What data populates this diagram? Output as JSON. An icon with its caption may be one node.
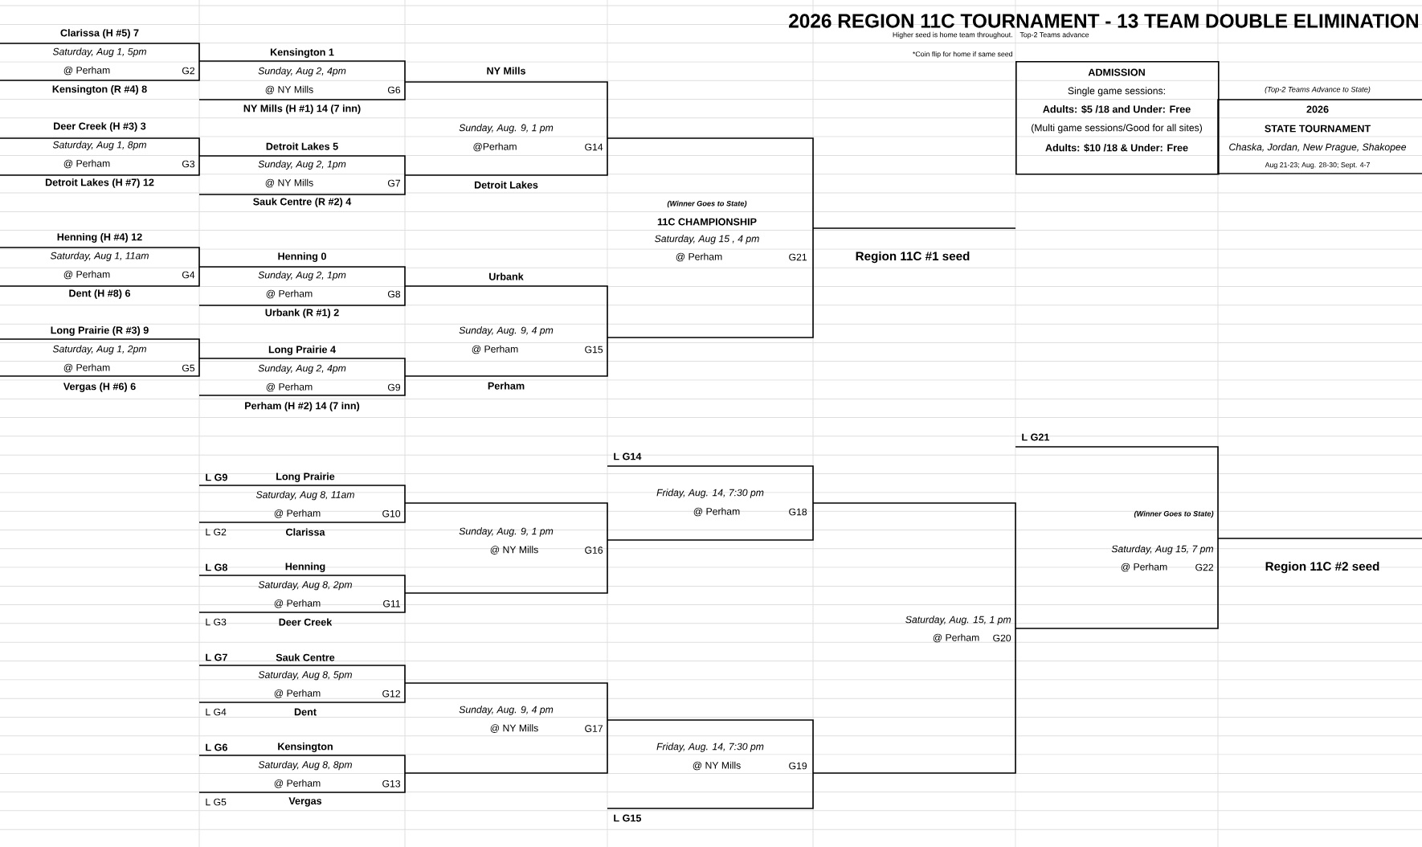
{
  "diagram": {
    "title": "2026 REGION 11C TOURNAMENT - 13 TEAM DOUBLE ELIMINATION",
    "nodes": [
      {
        "text": [
          "ADMISSION",
          "Single game sessions:",
          "Adults: $5 /18 and Under: Free",
          "(Multi game sessions/Good for all sites)",
          "Adults: $10 /18 & Under: Free"
        ]
      },
      {
        "text": [
          "(Top-2 Teams Advance to State)",
          "2026",
          "STATE TOURNAMENT",
          "Chaska, Jordan, New Prague, Shakopee",
          "Aug 21-23; Aug. 28-30; Sept. 4-7"
        ]
      }
    ],
    "labels": [
      "Higher seed is home team throughout.",
      "Top-2 Teams advance",
      "*Coin flip for home if same seed",
      "Clarissa (H #5) 7",
      "Saturday, Aug 1, 5pm",
      "@ Perham",
      "G2",
      "Kensington (R #4) 8",
      "Deer Creek (H #3) 3",
      "Saturday, Aug 1, 8pm",
      "@ Perham",
      "G3",
      "Detroit Lakes (H #7) 12",
      "Henning (H #4) 12",
      "Saturday, Aug 1, 11am",
      "@ Perham",
      "G4",
      "Dent (H #8) 6",
      "Long Prairie (R #3) 9",
      "Saturday, Aug 1, 2pm",
      "@ Perham",
      "G5",
      "Vergas (H #6) 6",
      "Kensington 1",
      "Sunday, Aug 2, 4pm",
      "@ NY Mills",
      "G6",
      "NY Mills (H #1) 14 (7 inn)",
      "Detroit Lakes 5",
      "Sunday, Aug 2, 1pm",
      "@ NY Mills",
      "G7",
      "Sauk Centre (R #2) 4",
      "Henning 0",
      "Sunday, Aug 2, 1pm",
      "@ Perham",
      "G8",
      "Urbank (R #1) 2",
      "Long Prairie 4",
      "Sunday, Aug 2, 4pm",
      "@ Perham",
      "G9",
      "Perham (H #2) 14 (7 inn)",
      "NY Mills",
      "Sunday, Aug. 9, 1 pm",
      "@Perham",
      "G14",
      "Detroit Lakes",
      "Urbank",
      "Sunday, Aug. 9, 4 pm",
      "@ Perham",
      "G15",
      "Perham",
      "(Winner Goes to State)",
      "11C CHAMPIONSHIP",
      "Saturday, Aug 15 , 4 pm",
      "@ Perham",
      "G21",
      "Region 11C #1 seed",
      "L G9",
      "Long Prairie",
      "Saturday, Aug 8, 11am",
      "@ Perham",
      "G10",
      "L G2",
      "Clarissa",
      "L G8",
      "Henning",
      "Saturday, Aug 8, 2pm",
      "@ Perham",
      "G11",
      "L G3",
      "Deer Creek",
      "L G7",
      "Sauk Centre",
      "Saturday, Aug 8, 5pm",
      "@ Perham",
      "G12",
      "L G4",
      "Dent",
      "L G6",
      "Kensington",
      "Saturday, Aug 8, 8pm",
      "@ Perham",
      "G13",
      "L G5",
      "Vergas",
      "Sunday, Aug. 9, 1 pm",
      "@ NY Mills",
      "G16",
      "Sunday, Aug. 9, 4 pm",
      "@ NY Mills",
      "G17",
      "L G14",
      "Friday, Aug. 14, 7:30 pm",
      "@ Perham",
      "G18",
      "Friday, Aug. 14, 7:30 pm",
      "@ NY Mills",
      "G19",
      "L G15",
      "Saturday, Aug. 15, 1 pm",
      "@ Perham",
      "G20",
      "L G21",
      "(Winner Goes to State)",
      "Saturday, Aug 15, 7 pm",
      "@ Perham",
      "G22",
      "Region 11C #2 seed"
    ]
  }
}
